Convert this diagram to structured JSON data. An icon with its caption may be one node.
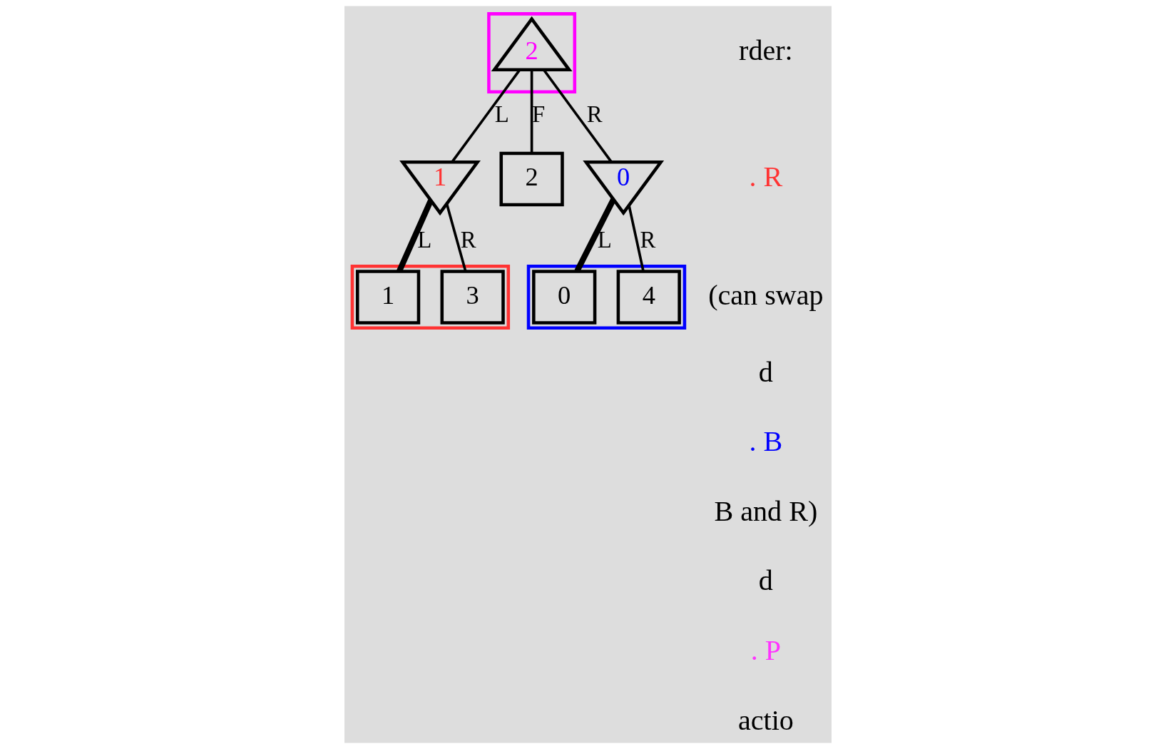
{
  "diagram": {
    "nodes": [
      {
        "text": [],
        "shape": "box"
      },
      {
        "text": [
          "2"
        ],
        "in": 0
      },
      {
        "text": [],
        "shape": "box"
      },
      {
        "text": [
          "1"
        ]
      },
      {
        "text": [
          "2"
        ]
      },
      {
        "text": [],
        "shape": "box"
      },
      {
        "text": [
          "0"
        ]
      },
      {
        "text": [
          "1"
        ],
        "in": 2
      },
      {
        "text": [
          "3"
        ],
        "in": 2
      },
      {
        "text": [
          "0"
        ],
        "in": 5
      },
      {
        "text": [
          "4"
        ],
        "in": 5
      }
    ],
    "edges": [
      {
        "from": 1,
        "to": 3,
        "label": "L",
        "arrow": "none"
      },
      {
        "from": 1,
        "to": 4,
        "label": "F",
        "arrow": "none"
      },
      {
        "from": 1,
        "to": 6,
        "label": "R",
        "arrow": "none"
      },
      {
        "from": 3,
        "to": 7,
        "label": "L",
        "arrow": "none",
        "style": "thick"
      },
      {
        "from": 3,
        "to": 8,
        "label": "R",
        "arrow": "none"
      },
      {
        "from": 6,
        "to": 9,
        "label": "L",
        "arrow": "none",
        "style": "thick"
      },
      {
        "from": 6,
        "to": 10,
        "label": "R",
        "arrow": "none"
      }
    ],
    "labels": [
      "rder:",
      ". R",
      "(can swap",
      "d",
      ". B",
      "B and R)",
      "d",
      ". P",
      "actio"
    ]
  }
}
